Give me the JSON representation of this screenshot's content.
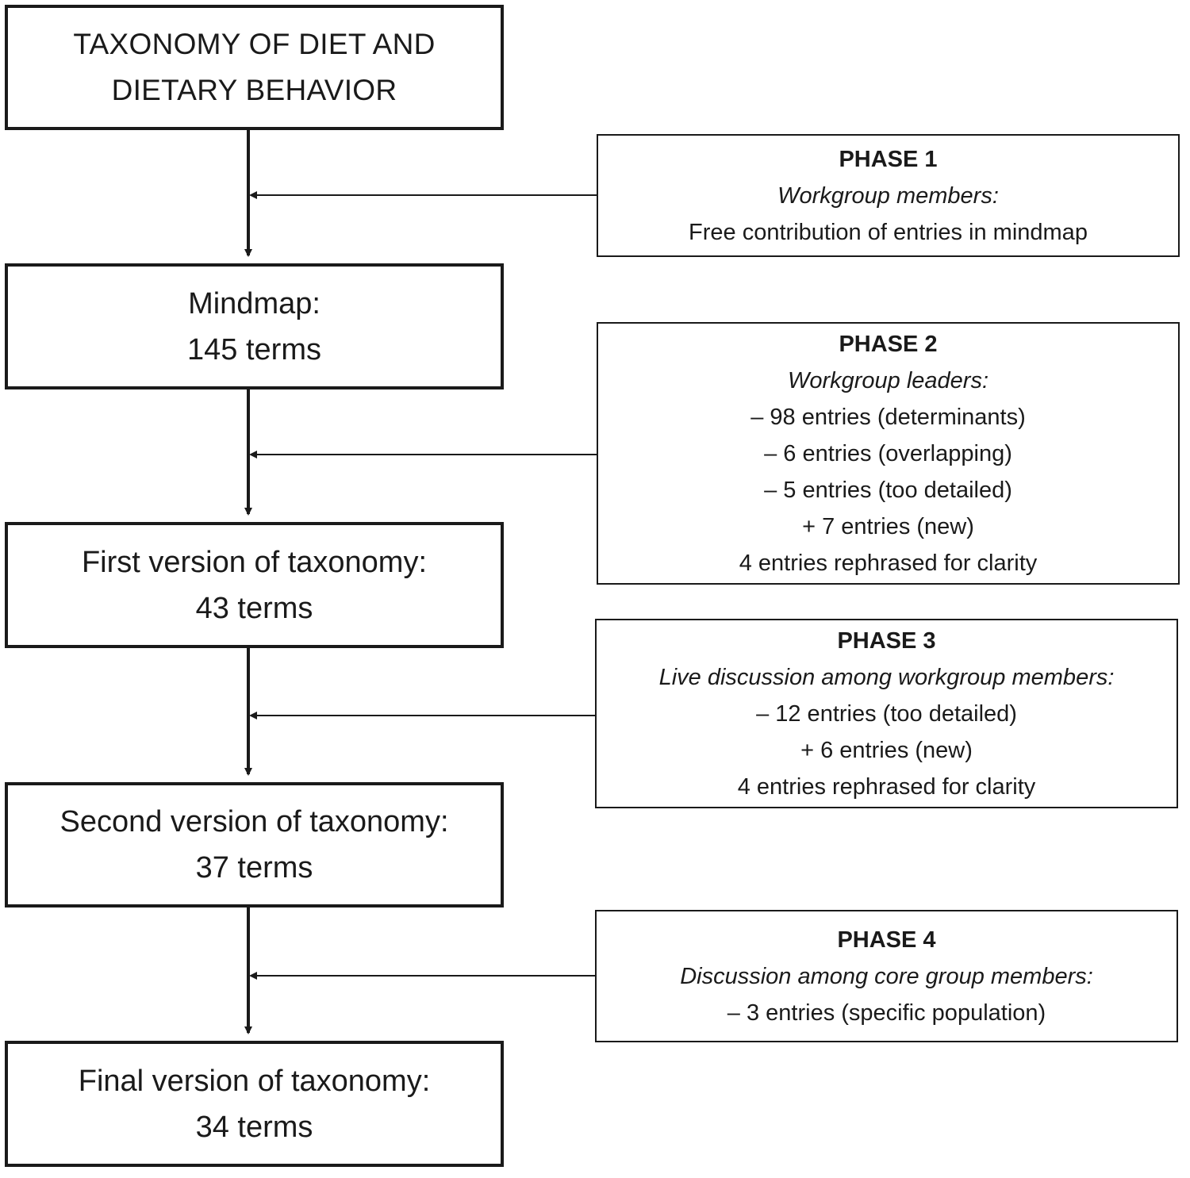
{
  "stages": [
    {
      "lines": [
        "TAXONOMY OF DIET AND",
        "DIETARY BEHAVIOR"
      ]
    },
    {
      "lines": [
        "Mindmap:",
        "145 terms"
      ]
    },
    {
      "lines": [
        "First version of taxonomy:",
        "43 terms"
      ]
    },
    {
      "lines": [
        "Second version of taxonomy:",
        "37 terms"
      ]
    },
    {
      "lines": [
        "Final version of taxonomy:",
        "34 terms"
      ]
    }
  ],
  "phases": [
    {
      "title": "PHASE 1",
      "subtitle": "Workgroup members:",
      "items": [
        "Free contribution of entries in mindmap"
      ]
    },
    {
      "title": "PHASE 2",
      "subtitle": "Workgroup leaders:",
      "items": [
        "– 98 entries (determinants)",
        "– 6 entries (overlapping)",
        "– 5 entries (too detailed)",
        "+ 7 entries (new)",
        "4 entries rephrased for clarity"
      ]
    },
    {
      "title": "PHASE 3",
      "subtitle": "Live discussion among workgroup members:",
      "items": [
        "– 12 entries (too detailed)",
        "+ 6 entries (new)",
        "4 entries rephrased for clarity"
      ]
    },
    {
      "title": "PHASE 4",
      "subtitle": "Discussion among core group members:",
      "items": [
        "– 3 entries (specific population)"
      ]
    }
  ]
}
